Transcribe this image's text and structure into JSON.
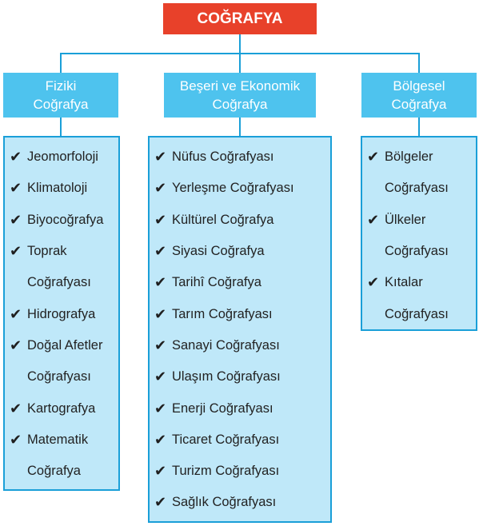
{
  "root": {
    "label": "COĞRAFYA"
  },
  "categories": [
    {
      "title": "Fiziki\nCoğrafya",
      "items": [
        {
          "text": "Jeomorfoloji",
          "check": true
        },
        {
          "text": "Klimatoloji",
          "check": true
        },
        {
          "text": "Biyocoğrafya",
          "check": true
        },
        {
          "text": "Toprak",
          "check": true
        },
        {
          "text": "Coğrafyası",
          "check": false
        },
        {
          "text": "Hidrografya",
          "check": true
        },
        {
          "text": "Doğal Afetler",
          "check": true
        },
        {
          "text": "Coğrafyası",
          "check": false
        },
        {
          "text": "Kartografya",
          "check": true
        },
        {
          "text": "Matematik",
          "check": true
        },
        {
          "text": "Coğrafya",
          "check": false
        }
      ]
    },
    {
      "title": "Beşeri ve Ekonomik\nCoğrafya",
      "items": [
        {
          "text": "Nüfus Coğrafyası",
          "check": true
        },
        {
          "text": "Yerleşme Coğrafyası",
          "check": true
        },
        {
          "text": "Kültürel Coğrafya",
          "check": true
        },
        {
          "text": "Siyasi Coğrafya",
          "check": true
        },
        {
          "text": "Tarihî Coğrafya",
          "check": true
        },
        {
          "text": "Tarım Coğrafyası",
          "check": true
        },
        {
          "text": "Sanayi Coğrafyası",
          "check": true
        },
        {
          "text": "Ulaşım Coğrafyası",
          "check": true
        },
        {
          "text": "Enerji Coğrafyası",
          "check": true
        },
        {
          "text": "Ticaret Coğrafyası",
          "check": true
        },
        {
          "text": "Turizm Coğrafyası",
          "check": true
        },
        {
          "text": "Sağlık Coğrafyası",
          "check": true
        }
      ]
    },
    {
      "title": "Bölgesel\nCoğrafya",
      "items": [
        {
          "text": "Bölgeler",
          "check": true
        },
        {
          "text": "Coğrafyası",
          "check": false
        },
        {
          "text": "Ülkeler",
          "check": true
        },
        {
          "text": "Coğrafyası",
          "check": false
        },
        {
          "text": "Kıtalar",
          "check": true
        },
        {
          "text": "Coğrafyası",
          "check": false
        }
      ]
    }
  ],
  "check_glyph": "✔",
  "colors": {
    "root": "#e8412a",
    "category": "#4ec3ee",
    "list_bg": "#bfe8f9",
    "line": "#1a9fd8"
  }
}
